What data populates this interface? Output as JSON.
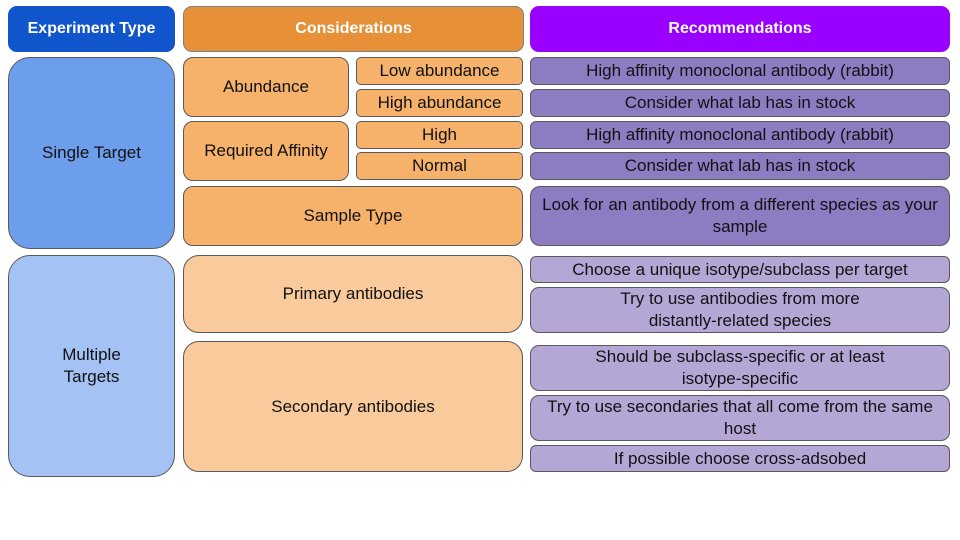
{
  "headers": {
    "experiment_type": "Experiment Type",
    "considerations": "Considerations",
    "recommendations": "Recommendations"
  },
  "colors": {
    "experiment_header": "#1155CC",
    "considerations_header": "#E69138",
    "recommendations_header": "#9900FF",
    "single_target": "#6D9EEB",
    "multiple_targets": "#A4C2F4",
    "single_considerations": "#F6B26B",
    "multiple_considerations": "#F9CB9C",
    "single_recommendations": "#8E7CC3",
    "multiple_recommendations": "#B4A7D6"
  },
  "single_target": {
    "label": "Single Target",
    "considerations": {
      "abundance": {
        "label": "Abundance",
        "options": [
          "Low abundance",
          "High abundance"
        ]
      },
      "required_affinity": {
        "label": "Required Affinity",
        "options": [
          "High",
          "Normal"
        ]
      },
      "sample_type": {
        "label": "Sample Type"
      }
    },
    "recommendations": [
      "High affinity monoclonal antibody (rabbit)",
      "Consider what lab has in stock",
      "High affinity monoclonal antibody (rabbit)",
      "Consider what lab has in stock",
      "Look for an antibody from a different species as your sample"
    ]
  },
  "multiple_targets": {
    "label": "Multiple Targets",
    "considerations": {
      "primary": "Primary antibodies",
      "secondary": "Secondary antibodies"
    },
    "recommendations": [
      "Choose a unique isotype/subclass per target",
      "Try to use antibodies from more distantly-related species",
      "Should be subclass-specific or at least isotype-specific",
      "Try to use secondaries that all come from the same host",
      "If possible choose cross-adsobed"
    ]
  }
}
